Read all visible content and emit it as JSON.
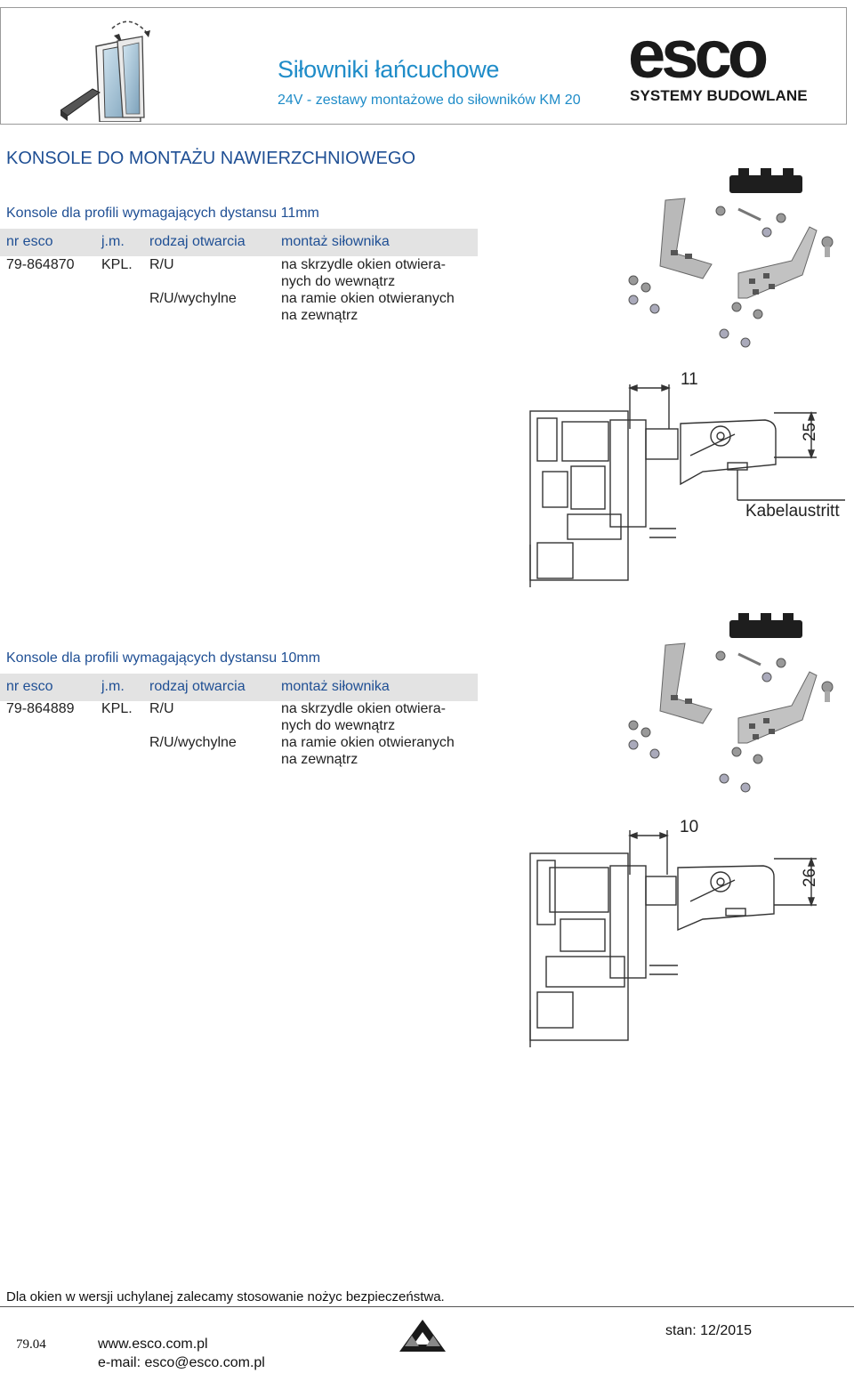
{
  "header": {
    "title": "Siłowniki łańcuchowe",
    "subtitle": "24V - zestawy montażowe do siłowników KM 20",
    "logo_word": "esco",
    "logo_sub": "SYSTEMY BUDOWLANE",
    "icon": "window-tilt-icon"
  },
  "section_title": "KONSOLE DO MONTAŻU NAWIERZCHNIOWEGO",
  "table_headers": [
    "nr esco",
    "j.m.",
    "rodzaj otwarcia",
    "montaż siłownika"
  ],
  "sections": [
    {
      "subheading": "Konsole dla profili wymagających dystansu 11mm",
      "nr": "79-864870",
      "jm": "KPL.",
      "rows": [
        {
          "otwarcie": "R/U",
          "montaz": [
            "na skrzydle okien otwiera-",
            "nych do wewnątrz"
          ]
        },
        {
          "otwarcie": "R/U/wychylne",
          "montaz": [
            "na ramie okien otwieranych",
            "na zewnątrz"
          ]
        }
      ],
      "dimension_label": "11",
      "dimension_label_2": "25",
      "extra_label": "Kabelaustritt"
    },
    {
      "subheading": "Konsole dla profili wymagających dystansu 10mm",
      "nr": "79-864889",
      "jm": "KPL.",
      "rows": [
        {
          "otwarcie": "R/U",
          "montaz": [
            "na skrzydle okien otwiera-",
            "nych do wewnątrz"
          ]
        },
        {
          "otwarcie": "R/U/wychylne",
          "montaz": [
            "na ramie okien otwieranych",
            "na zewnątrz"
          ]
        }
      ],
      "dimension_label": "10",
      "dimension_label_2": "26"
    }
  ],
  "footer": {
    "note": "Dla okien w wersji uchylanej zalecamy stosowanie nożyc bezpieczeństwa.",
    "page": "79.04",
    "www": "www.esco.com.pl",
    "email": "e-mail: esco@esco.com.pl",
    "stan": "stan: 12/2015"
  },
  "colors": {
    "accent": "#1f8cc8",
    "heading": "#1f4f94",
    "table_bg": "#e3e3e3"
  }
}
